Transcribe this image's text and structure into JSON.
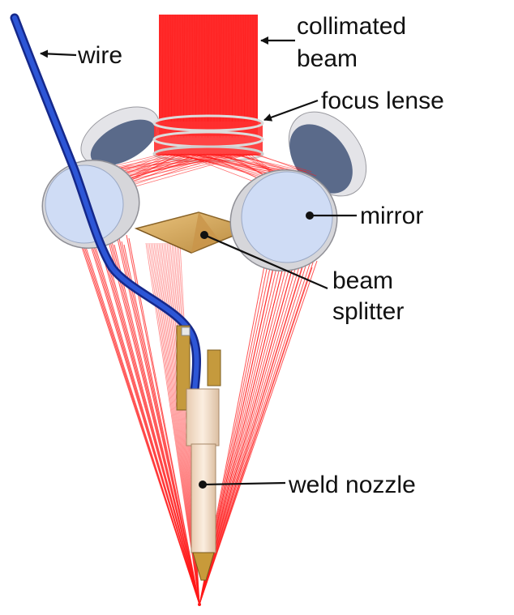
{
  "labels": {
    "wire": "wire",
    "collimated_line1": "collimated",
    "collimated_line2": "beam",
    "focus_lense": "focus lense",
    "mirror": "mirror",
    "beam_splitter_line1": "beam",
    "beam_splitter_line2": "splitter",
    "weld_nozzle": "weld nozzle"
  },
  "colors": {
    "beam": "#ff1a1a",
    "wire": "#1f3fbf",
    "mirror_face": "#cfdcf5",
    "mirror_rim": "#d8d8dc",
    "splitter": "#d9aa5e",
    "nozzle_body": "#f2dcc6",
    "nozzle_tip": "#c89a3a",
    "brass": "#c59a3d"
  }
}
